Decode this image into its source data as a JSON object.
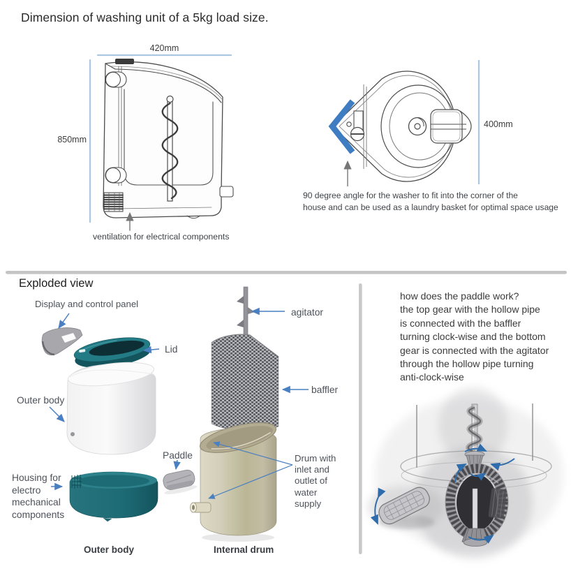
{
  "title": "Dimension of washing unit of a 5kg load size.",
  "dimension_view": {
    "front": {
      "width": "420mm",
      "height": "850mm",
      "note": "ventilation for electrical components"
    },
    "top": {
      "height": "400mm",
      "note_lines": [
        "90 degree angle for the washer to fit into the corner of the",
        "house and can be used as a laundry basket for optimal space usage"
      ]
    }
  },
  "exploded_view": {
    "heading": "Exploded view",
    "part_labels": {
      "display_panel": "Display and control panel",
      "lid": "Lid",
      "outer_body": "Outer body",
      "housing_lines": [
        "Housing for",
        "electro",
        "mechanical",
        "components"
      ],
      "paddle": "Paddle",
      "agitator": "agitator",
      "baffler": "baffler",
      "drum_lines": [
        "Drum with",
        "inlet and",
        "outlet of",
        "water",
        "supply"
      ]
    },
    "captions": {
      "outer_body": "Outer body",
      "internal_drum": "Internal drum"
    }
  },
  "paddle_explanation": {
    "lines": [
      "how does the paddle work?",
      "the top gear with the hollow pipe",
      "is connected with the baffler",
      "turning clock-wise and the bottom",
      "gear is connected with the agitator",
      "through the hollow pipe turning",
      "anti-clock-wise"
    ]
  },
  "colors": {
    "dimension_line": "#abc8e2",
    "blue_arrow": "#4a7fc1",
    "blue_chevron": "#3f7dc2",
    "teal_part": "#1d6b75",
    "divider": "#c4c4c4"
  }
}
